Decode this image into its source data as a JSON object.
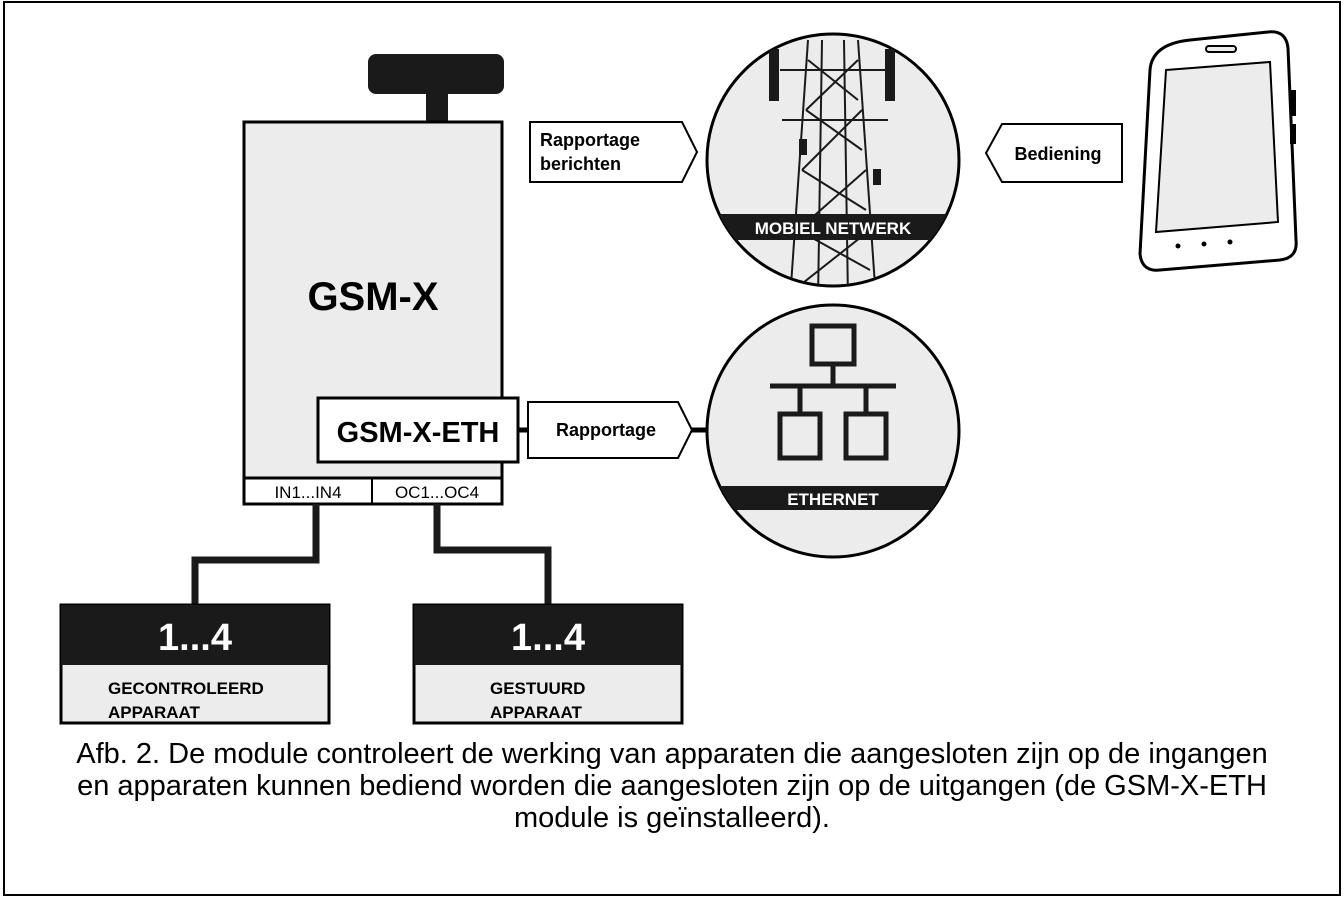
{
  "module": {
    "name": "GSM-X"
  },
  "extension": {
    "name": "GSM-X-ETH"
  },
  "ports": {
    "inputs": "IN1...IN4",
    "outputs": "OC1...OC4"
  },
  "arrows": {
    "reporting_messages_line1": "Rapportage",
    "reporting_messages_line2": "berichten",
    "operation": "Bediening",
    "reporting": "Rapportage"
  },
  "networks": {
    "mobile": "MOBIEL NETWERK",
    "ethernet": "ETHERNET"
  },
  "devices": {
    "monitored": {
      "range": "1...4",
      "line1": "GECONTROLEERD",
      "line2": "APPARAAT"
    },
    "controlled": {
      "range": "1...4",
      "line1": "GESTUURD",
      "line2": "APPARAAT"
    }
  },
  "caption": {
    "line1": "Afb. 2. De module controleert de werking van apparaten die aangesloten zijn op de ingangen",
    "line2": "en apparaten kunnen bediend worden die aangesloten zijn op de uitgangen (de GSM-X-ETH",
    "line3": "module is geïnstalleerd)."
  },
  "colors": {
    "panel": "#ececec",
    "dark": "#1a1a1a",
    "border": "#000000"
  }
}
